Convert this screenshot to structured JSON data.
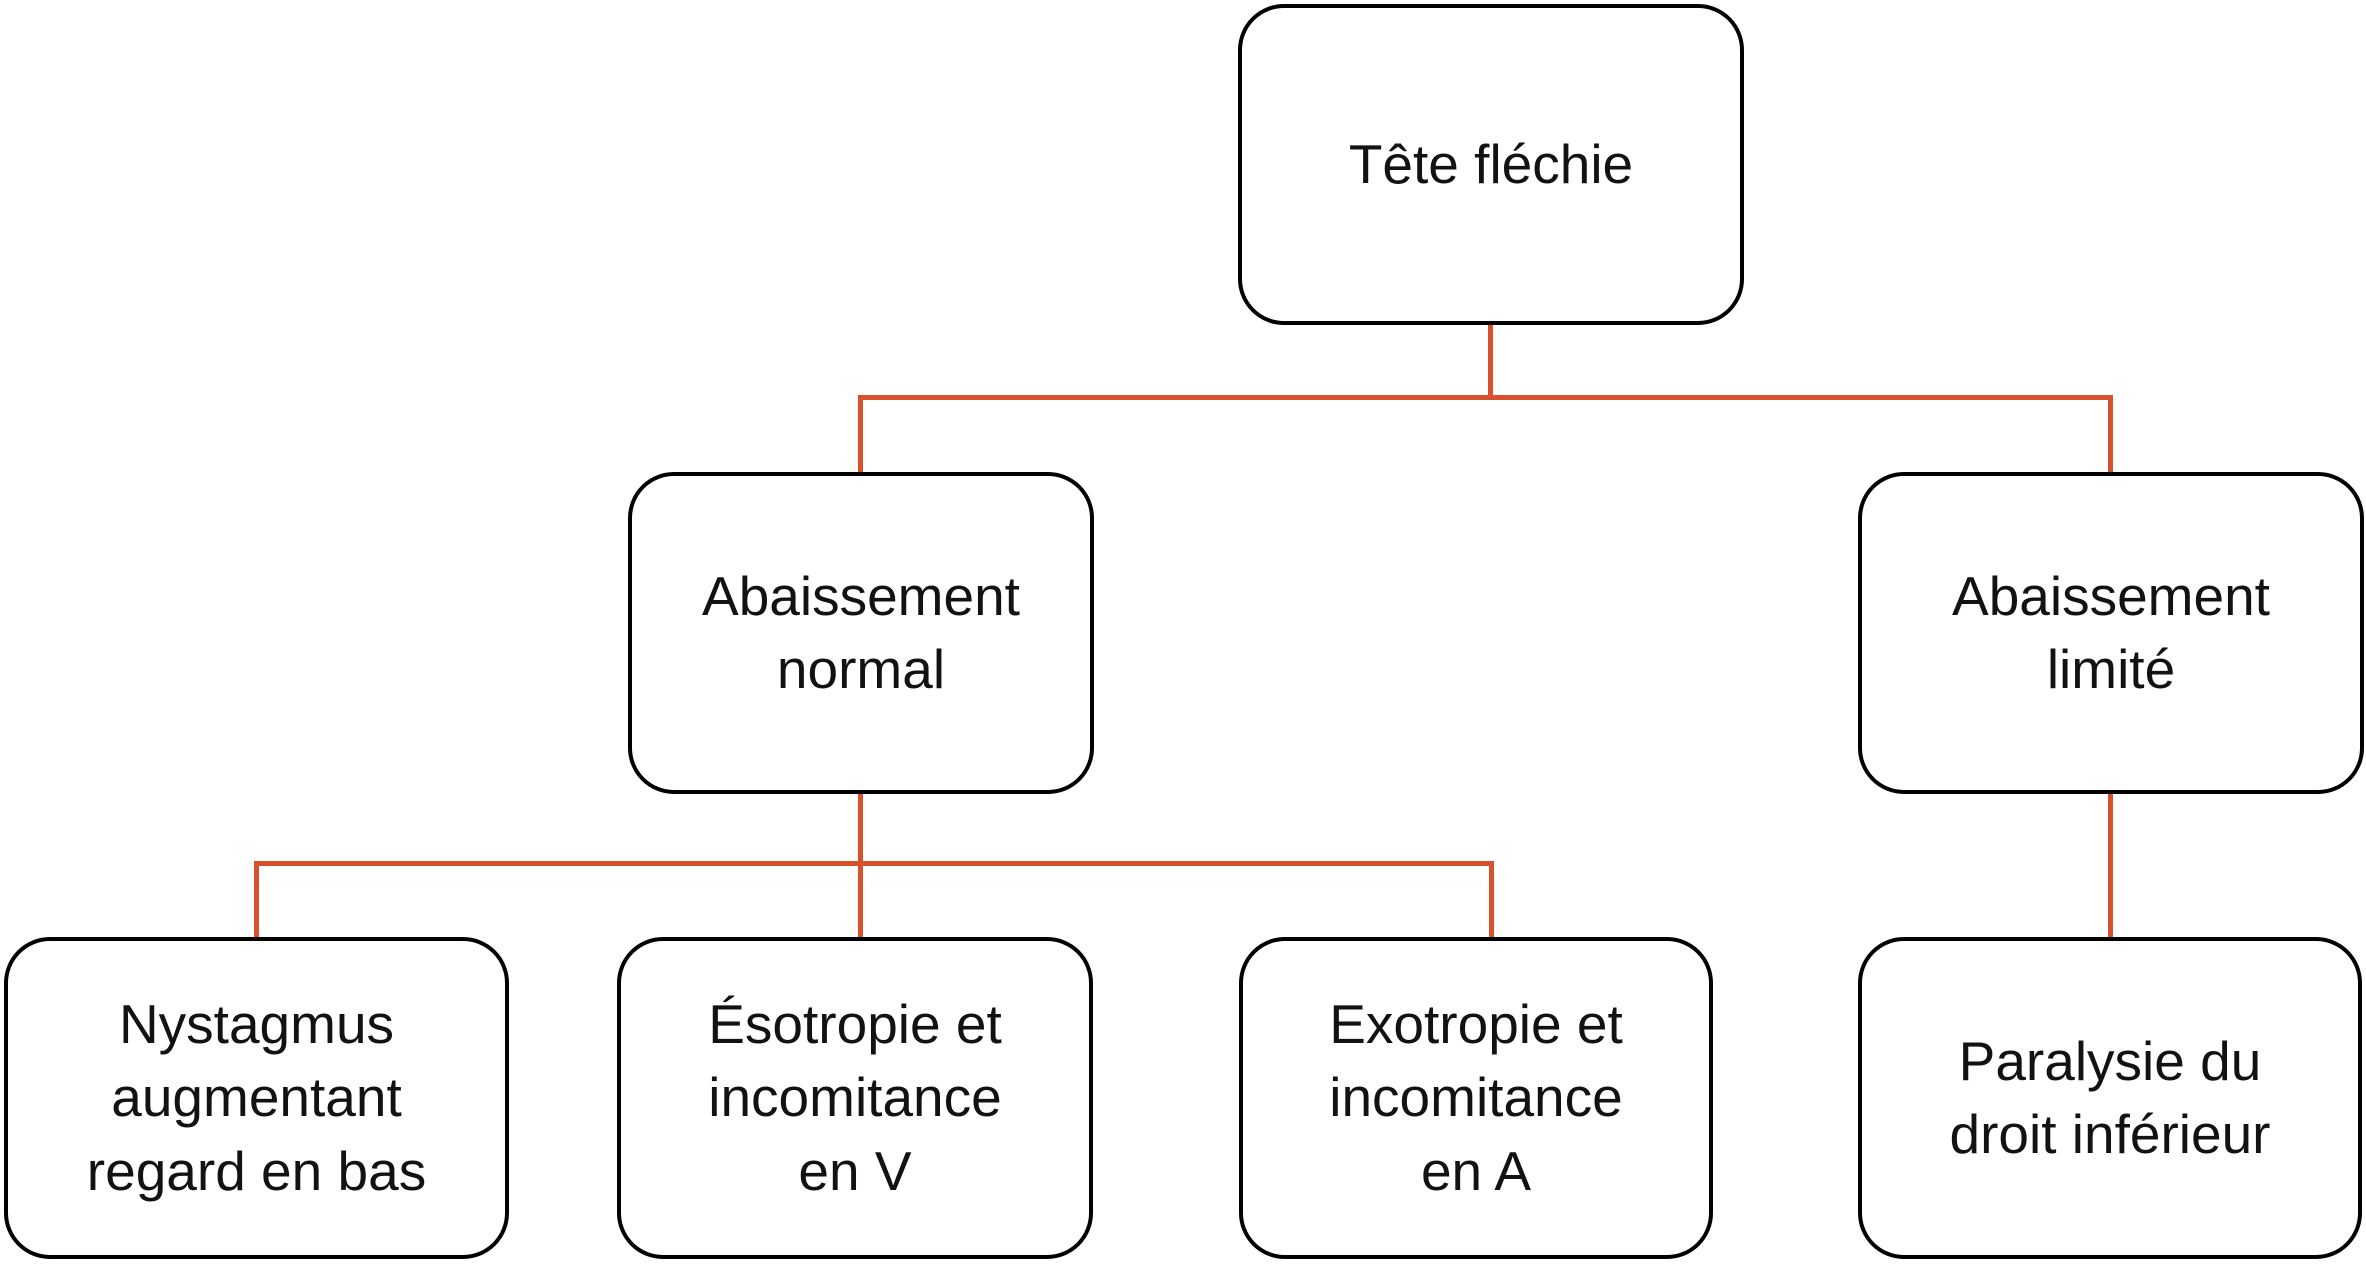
{
  "diagram": {
    "type": "flowchart",
    "language": "fr",
    "connector_color": "#d9502c",
    "box_border_color": "#000000",
    "text_color": "#121212",
    "background_color": "#ffffff",
    "nodes": {
      "root": {
        "label": "Tête fléchie"
      },
      "normal": {
        "label": "Abaissement\nnormal"
      },
      "limite": {
        "label": "Abaissement\nlimité"
      },
      "nystagmus": {
        "label": "Nystagmus\naugmentant\nregard en bas"
      },
      "esotropie": {
        "label": "Ésotropie et\nincomitance\nen V"
      },
      "exotropie": {
        "label": "Exotropie et\nincomitance\nen A"
      },
      "paralysie": {
        "label": "Paralysie du\ndroit inférieur"
      }
    },
    "edges": [
      {
        "from": "Tête fléchie",
        "to": "Abaissement normal"
      },
      {
        "from": "Tête fléchie",
        "to": "Abaissement limité"
      },
      {
        "from": "Abaissement normal",
        "to": "Nystagmus augmentant regard en bas"
      },
      {
        "from": "Abaissement normal",
        "to": "Ésotropie et incomitance en V"
      },
      {
        "from": "Abaissement normal",
        "to": "Exotropie et incomitance en A"
      },
      {
        "from": "Abaissement limité",
        "to": "Paralysie du droit inférieur"
      }
    ]
  }
}
